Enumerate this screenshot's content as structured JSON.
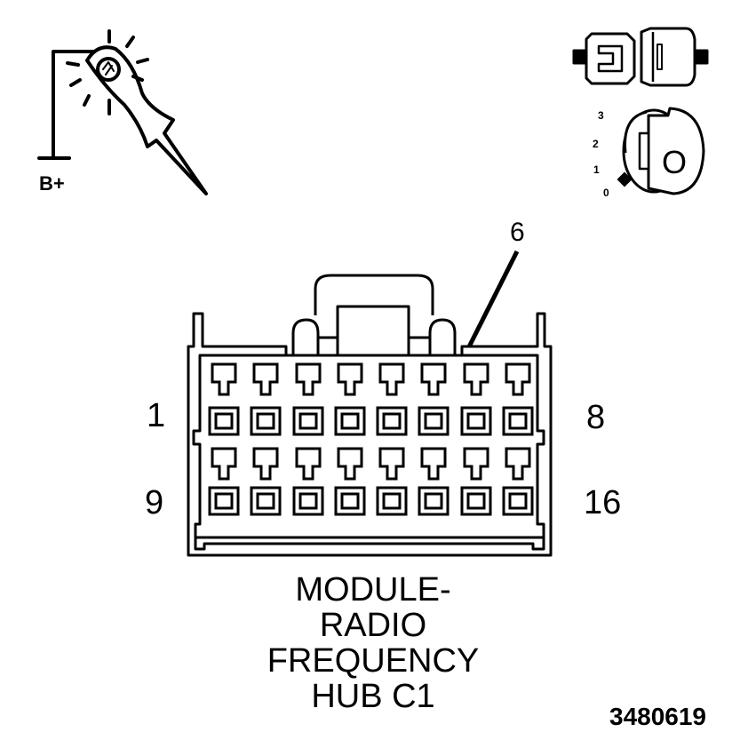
{
  "probe": {
    "supply_label": "B+"
  },
  "ignition": {
    "positions": [
      "3",
      "2",
      "1",
      "0"
    ],
    "key_letter": "O"
  },
  "connector": {
    "pointer_label": "6",
    "pin_first_top": "1",
    "pin_last_top": "8",
    "pin_first_bottom": "9",
    "pin_last_bottom": "16",
    "title_lines": [
      "MODULE-",
      "RADIO",
      "FREQUENCY",
      "HUB C1"
    ]
  },
  "figure_id": "3480619"
}
